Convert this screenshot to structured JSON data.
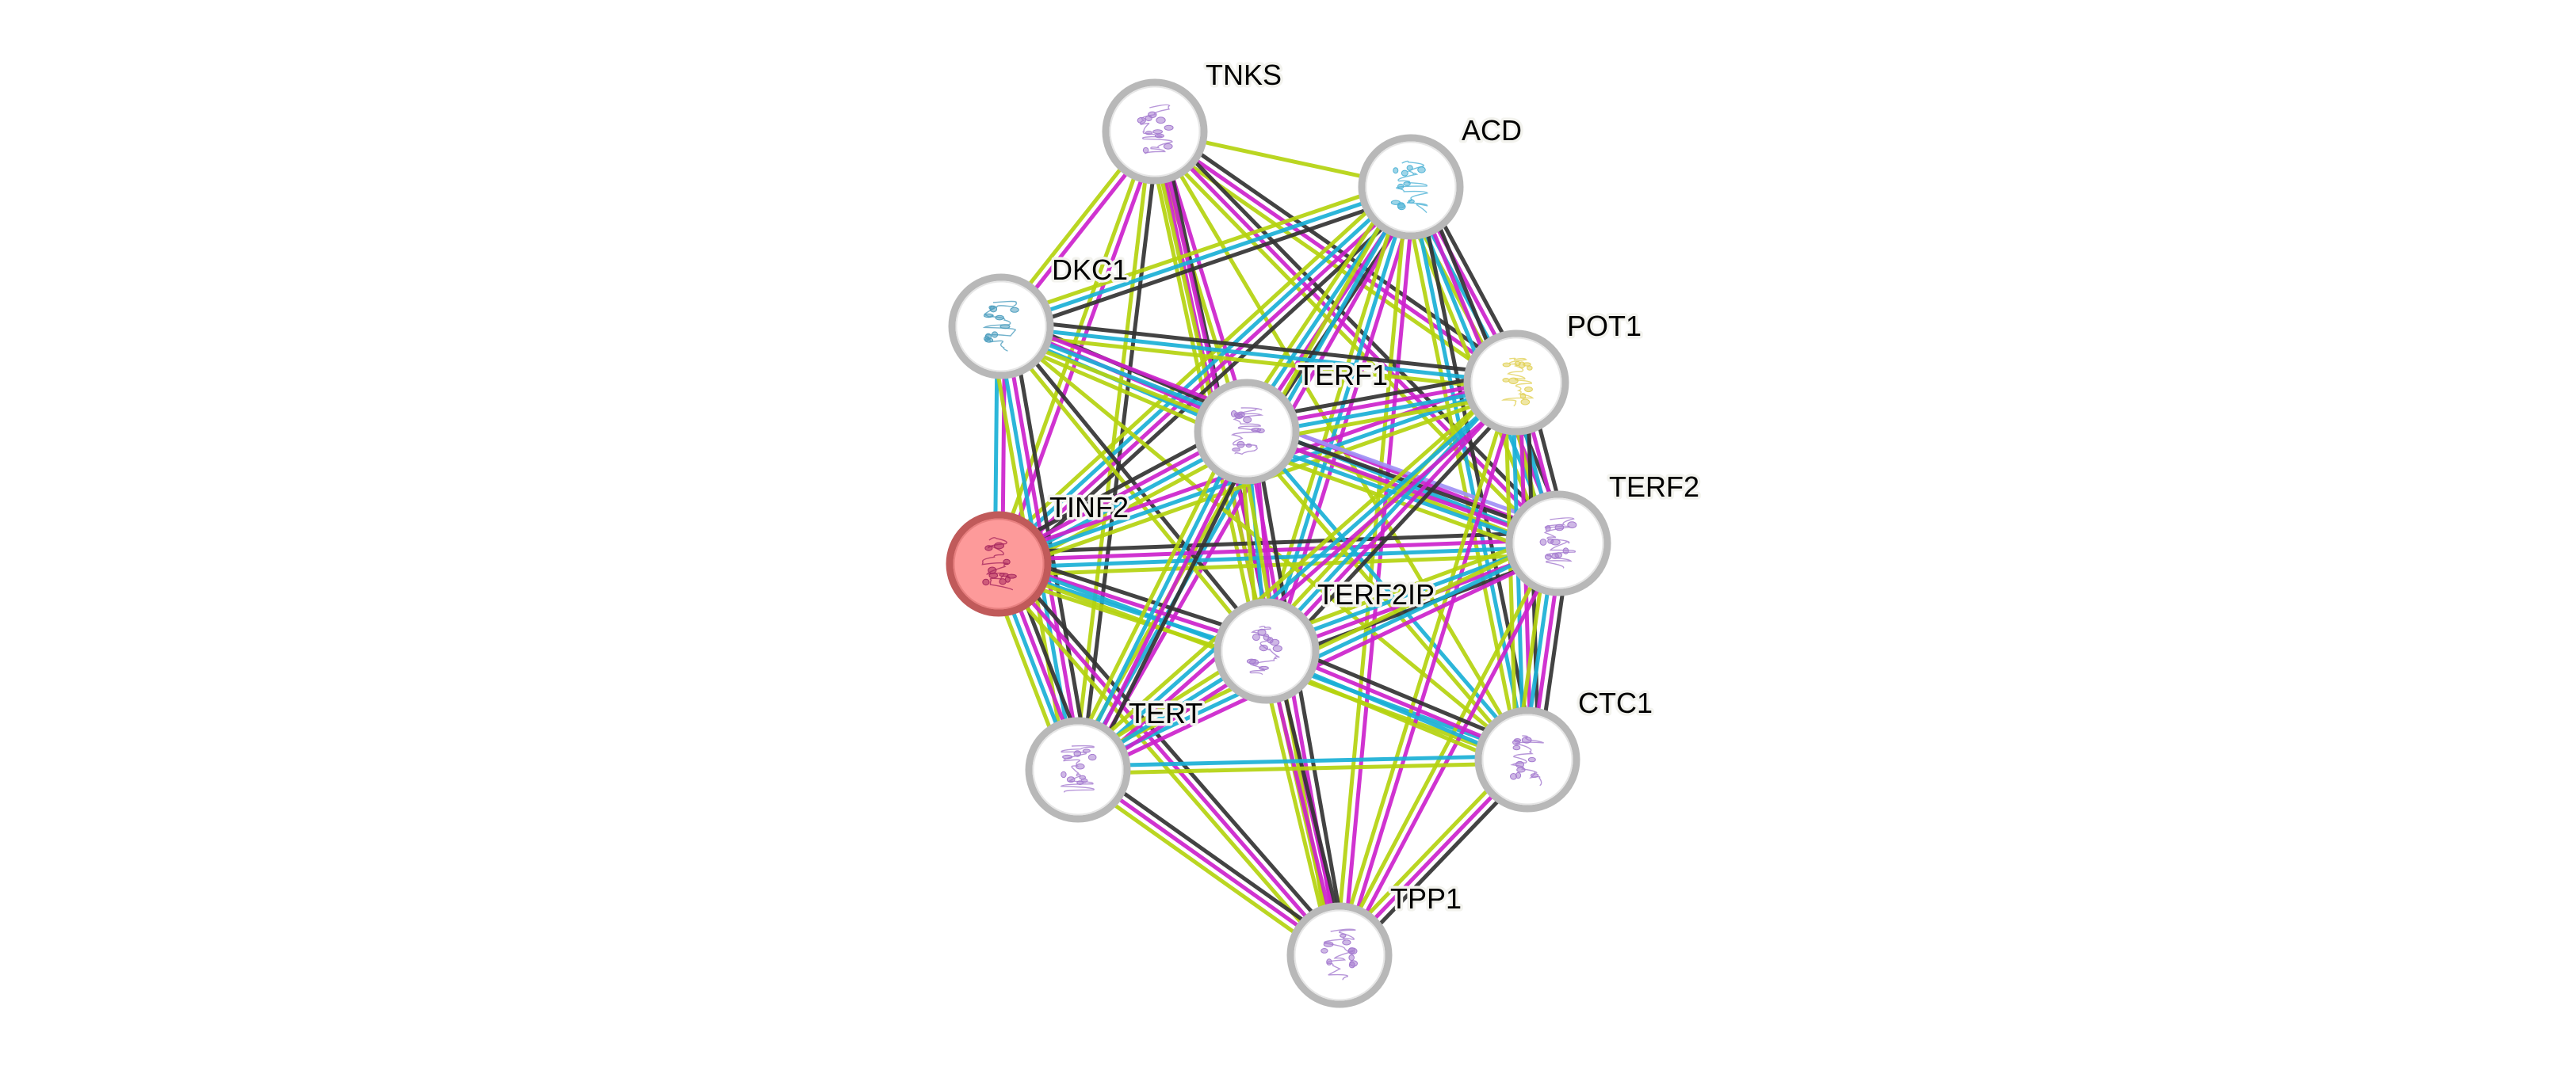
{
  "diagram": {
    "type": "protein-interaction-network",
    "query_node": "TINF2",
    "evidence_colors": {
      "coexpression": "#333333",
      "experiments": "#cc22cc",
      "databases": "#1ab0d6",
      "textmining": "#b4d20f",
      "homology": "#a090f5"
    },
    "node_style": {
      "ring_color": "#b8b8b8",
      "fill_color": "#ffffff",
      "query_ring_color": "#c05a5a",
      "query_fill_color": "#fd9a9a"
    },
    "nodes": [
      {
        "id": "TNKS",
        "label": "TNKS",
        "structure_color": "#a57cd0"
      },
      {
        "id": "ACD",
        "label": "ACD",
        "structure_color": "#4fb3d6"
      },
      {
        "id": "DKC1",
        "label": "DKC1",
        "structure_color": "#4f9fbf"
      },
      {
        "id": "POT1",
        "label": "POT1",
        "structure_color": "#e2d25a"
      },
      {
        "id": "TERF1",
        "label": "TERF1",
        "structure_color": "#a57cd0"
      },
      {
        "id": "TINF2",
        "label": "TINF2",
        "structure_color": "#a8285f"
      },
      {
        "id": "TERF2",
        "label": "TERF2",
        "structure_color": "#a57cd0"
      },
      {
        "id": "TERF2IP",
        "label": "TERF2IP",
        "structure_color": "#a57cd0"
      },
      {
        "id": "TERT",
        "label": "TERT",
        "structure_color": "#a57cd0"
      },
      {
        "id": "CTC1",
        "label": "CTC1",
        "structure_color": "#a57cd0"
      },
      {
        "id": "TPP1",
        "label": "TPP1",
        "structure_color": "#a57cd0"
      }
    ],
    "edges": [
      {
        "source": "TNKS",
        "target": "ACD",
        "evidence": [
          "textmining"
        ]
      },
      {
        "source": "TNKS",
        "target": "DKC1",
        "evidence": [
          "experiments",
          "textmining"
        ]
      },
      {
        "source": "TNKS",
        "target": "TINF2",
        "evidence": [
          "experiments",
          "textmining"
        ]
      },
      {
        "source": "TNKS",
        "target": "TERT",
        "evidence": [
          "coexpression",
          "textmining"
        ]
      },
      {
        "source": "TNKS",
        "target": "TERF1",
        "evidence": [
          "experiments",
          "textmining"
        ]
      },
      {
        "source": "TNKS",
        "target": "TERF2IP",
        "evidence": [
          "coexpression",
          "experiments",
          "textmining"
        ]
      },
      {
        "source": "TNKS",
        "target": "TPP1",
        "evidence": [
          "experiments",
          "textmining"
        ]
      },
      {
        "source": "TNKS",
        "target": "POT1",
        "evidence": [
          "coexpression",
          "experiments",
          "textmining"
        ]
      },
      {
        "source": "TNKS",
        "target": "TERF2",
        "evidence": [
          "coexpression",
          "experiments",
          "textmining"
        ]
      },
      {
        "source": "TNKS",
        "target": "CTC1",
        "evidence": [
          "textmining"
        ]
      },
      {
        "source": "ACD",
        "target": "DKC1",
        "evidence": [
          "coexpression",
          "databases",
          "textmining"
        ]
      },
      {
        "source": "ACD",
        "target": "TINF2",
        "evidence": [
          "coexpression",
          "experiments",
          "databases",
          "textmining"
        ]
      },
      {
        "source": "ACD",
        "target": "TERF1",
        "evidence": [
          "coexpression",
          "experiments",
          "databases",
          "textmining"
        ]
      },
      {
        "source": "ACD",
        "target": "TERT",
        "evidence": [
          "experiments",
          "databases",
          "textmining"
        ]
      },
      {
        "source": "ACD",
        "target": "TERF2IP",
        "evidence": [
          "experiments",
          "databases",
          "textmining"
        ]
      },
      {
        "source": "ACD",
        "target": "POT1",
        "evidence": [
          "coexpression",
          "experiments",
          "databases",
          "textmining"
        ]
      },
      {
        "source": "ACD",
        "target": "TERF2",
        "evidence": [
          "coexpression",
          "experiments",
          "databases",
          "textmining"
        ]
      },
      {
        "source": "ACD",
        "target": "CTC1",
        "evidence": [
          "coexpression",
          "databases",
          "textmining"
        ]
      },
      {
        "source": "ACD",
        "target": "TPP1",
        "evidence": [
          "experiments",
          "textmining"
        ]
      },
      {
        "source": "DKC1",
        "target": "TINF2",
        "evidence": [
          "experiments",
          "databases"
        ]
      },
      {
        "source": "DKC1",
        "target": "TERT",
        "evidence": [
          "coexpression",
          "experiments",
          "databases",
          "textmining"
        ]
      },
      {
        "source": "DKC1",
        "target": "TERF1",
        "evidence": [
          "coexpression",
          "experiments",
          "databases",
          "textmining"
        ]
      },
      {
        "source": "DKC1",
        "target": "POT1",
        "evidence": [
          "coexpression",
          "databases",
          "textmining"
        ]
      },
      {
        "source": "DKC1",
        "target": "TERF2",
        "evidence": [
          "experiments",
          "databases",
          "textmining"
        ]
      },
      {
        "source": "DKC1",
        "target": "TERF2IP",
        "evidence": [
          "coexpression",
          "textmining"
        ]
      },
      {
        "source": "DKC1",
        "target": "CTC1",
        "evidence": [
          "textmining"
        ]
      },
      {
        "source": "TINF2",
        "target": "TERF1",
        "evidence": [
          "coexpression",
          "experiments",
          "databases",
          "textmining"
        ]
      },
      {
        "source": "TINF2",
        "target": "TERF2",
        "evidence": [
          "coexpression",
          "experiments",
          "databases",
          "textmining"
        ]
      },
      {
        "source": "TINF2",
        "target": "POT1",
        "evidence": [
          "experiments",
          "databases",
          "textmining"
        ]
      },
      {
        "source": "TINF2",
        "target": "TERF2IP",
        "evidence": [
          "coexpression",
          "experiments",
          "databases",
          "textmining"
        ]
      },
      {
        "source": "TINF2",
        "target": "TERT",
        "evidence": [
          "coexpression",
          "experiments",
          "databases",
          "textmining"
        ]
      },
      {
        "source": "TINF2",
        "target": "CTC1",
        "evidence": [
          "databases",
          "textmining"
        ]
      },
      {
        "source": "TINF2",
        "target": "TPP1",
        "evidence": [
          "coexpression",
          "experiments",
          "textmining"
        ]
      },
      {
        "source": "TERF1",
        "target": "TERF2",
        "evidence": [
          "homology",
          "coexpression",
          "experiments",
          "databases",
          "textmining"
        ]
      },
      {
        "source": "TERF1",
        "target": "POT1",
        "evidence": [
          "coexpression",
          "experiments",
          "databases",
          "textmining"
        ]
      },
      {
        "source": "TERF1",
        "target": "TERF2IP",
        "evidence": [
          "experiments",
          "databases",
          "textmining"
        ]
      },
      {
        "source": "TERF1",
        "target": "TERT",
        "evidence": [
          "coexpression",
          "experiments",
          "databases",
          "textmining"
        ]
      },
      {
        "source": "TERF1",
        "target": "CTC1",
        "evidence": [
          "databases",
          "textmining"
        ]
      },
      {
        "source": "TERF1",
        "target": "TPP1",
        "evidence": [
          "coexpression",
          "experiments",
          "textmining"
        ]
      },
      {
        "source": "POT1",
        "target": "TERF2",
        "evidence": [
          "coexpression",
          "experiments",
          "databases",
          "textmining"
        ]
      },
      {
        "source": "POT1",
        "target": "TERF2IP",
        "evidence": [
          "coexpression",
          "experiments",
          "databases",
          "textmining"
        ]
      },
      {
        "source": "POT1",
        "target": "TERT",
        "evidence": [
          "experiments",
          "databases",
          "textmining"
        ]
      },
      {
        "source": "POT1",
        "target": "CTC1",
        "evidence": [
          "coexpression",
          "experiments",
          "databases",
          "textmining"
        ]
      },
      {
        "source": "POT1",
        "target": "TPP1",
        "evidence": [
          "experiments",
          "textmining"
        ]
      },
      {
        "source": "TERF2",
        "target": "TERF2IP",
        "evidence": [
          "coexpression",
          "experiments",
          "databases",
          "textmining"
        ]
      },
      {
        "source": "TERF2",
        "target": "TERT",
        "evidence": [
          "experiments",
          "databases",
          "textmining"
        ]
      },
      {
        "source": "TERF2",
        "target": "CTC1",
        "evidence": [
          "coexpression",
          "experiments",
          "databases",
          "textmining"
        ]
      },
      {
        "source": "TERF2",
        "target": "TPP1",
        "evidence": [
          "experiments",
          "textmining"
        ]
      },
      {
        "source": "TERF2IP",
        "target": "TERT",
        "evidence": [
          "experiments",
          "databases",
          "textmining"
        ]
      },
      {
        "source": "TERF2IP",
        "target": "CTC1",
        "evidence": [
          "coexpression",
          "experiments",
          "databases",
          "textmining"
        ]
      },
      {
        "source": "TERF2IP",
        "target": "TPP1",
        "evidence": [
          "coexpression",
          "experiments",
          "textmining"
        ]
      },
      {
        "source": "TERT",
        "target": "CTC1",
        "evidence": [
          "databases",
          "textmining"
        ]
      },
      {
        "source": "TERT",
        "target": "TPP1",
        "evidence": [
          "coexpression",
          "experiments",
          "textmining"
        ]
      },
      {
        "source": "CTC1",
        "target": "TPP1",
        "evidence": [
          "coexpression",
          "experiments",
          "textmining"
        ]
      }
    ]
  }
}
